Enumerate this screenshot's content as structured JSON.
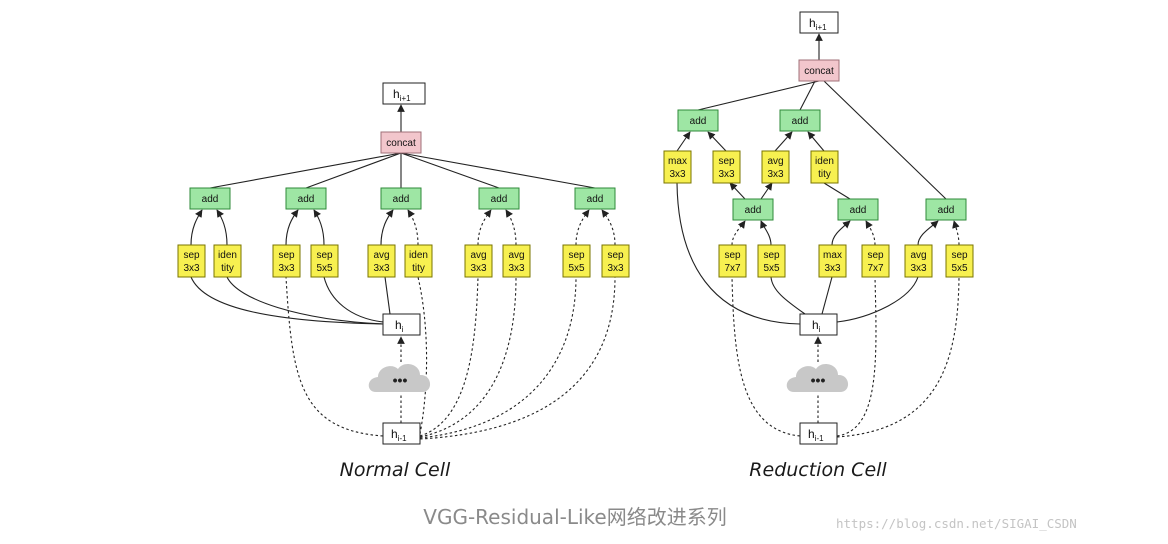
{
  "colors": {
    "op_fill": "#f7f050",
    "op_stroke": "#7a7400",
    "add_fill": "#9ee6a4",
    "add_stroke": "#2f8a3a",
    "concat_fill": "#f2c6cc",
    "concat_stroke": "#a07078",
    "state_fill": "#ffffff",
    "state_stroke": "#222222",
    "edge": "#222222",
    "cloud": "#c8c8c8"
  },
  "normal_cell": {
    "caption": "Normal Cell",
    "output": {
      "base": "h",
      "sub": "i+1"
    },
    "concat": "concat",
    "current": {
      "base": "h",
      "sub": "i"
    },
    "previous": {
      "base": "h",
      "sub": "i-1"
    },
    "ellipsis": "•••",
    "adds": [
      "add",
      "add",
      "add",
      "add",
      "add"
    ],
    "ops": [
      [
        "sep",
        "3x3"
      ],
      [
        "iden",
        "tity"
      ],
      [
        "sep",
        "3x3"
      ],
      [
        "sep",
        "5x5"
      ],
      [
        "avg",
        "3x3"
      ],
      [
        "iden",
        "tity"
      ],
      [
        "avg",
        "3x3"
      ],
      [
        "avg",
        "3x3"
      ],
      [
        "sep",
        "5x5"
      ],
      [
        "sep",
        "3x3"
      ]
    ]
  },
  "reduction_cell": {
    "caption": "Reduction Cell",
    "output": {
      "base": "h",
      "sub": "i+1"
    },
    "concat": "concat",
    "current": {
      "base": "h",
      "sub": "i"
    },
    "previous": {
      "base": "h",
      "sub": "i-1"
    },
    "ellipsis": "•••",
    "adds": [
      "add",
      "add",
      "add",
      "add",
      "add"
    ],
    "top_ops": [
      [
        "max",
        "3x3"
      ],
      [
        "sep",
        "3x3"
      ],
      [
        "avg",
        "3x3"
      ],
      [
        "iden",
        "tity"
      ]
    ],
    "bottom_ops": [
      [
        "sep",
        "7x7"
      ],
      [
        "sep",
        "5x5"
      ],
      [
        "max",
        "3x3"
      ],
      [
        "sep",
        "7x7"
      ],
      [
        "avg",
        "3x3"
      ],
      [
        "sep",
        "5x5"
      ]
    ]
  },
  "footer_title": "VGG-Residual-Like网络改进系列",
  "watermark": "https://blog.csdn.net/SIGAI_CSDN"
}
